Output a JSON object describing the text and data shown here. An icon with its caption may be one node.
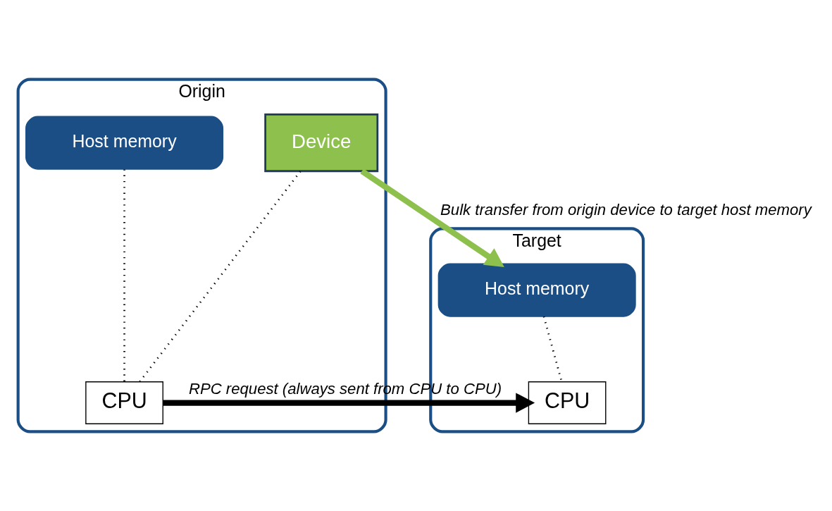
{
  "diagram": {
    "nodes": [
      {
        "text": [
          "Origin"
        ]
      },
      {
        "text": [
          "Device"
        ],
        "in": 0
      },
      {
        "text": [
          "Host memory"
        ],
        "in": 0
      },
      {
        "text": [
          "CPU"
        ],
        "in": 0
      },
      {
        "text": [
          "Target"
        ]
      },
      {
        "text": [
          "Host memory"
        ],
        "in": 4
      },
      {
        "text": [
          "CPU"
        ],
        "in": 4
      }
    ],
    "edges": [
      {
        "from": 1,
        "to": 5,
        "arrow": "to",
        "label": "Bulk transfer from origin device to target host memory",
        "style": "thick",
        "color": "#8dc04c"
      },
      {
        "from": 1,
        "to": 3,
        "arrow": "none",
        "style": "dashed"
      },
      {
        "from": 2,
        "to": 3,
        "arrow": "none",
        "style": "dashed"
      },
      {
        "from": 5,
        "to": 6,
        "arrow": "none",
        "style": "dashed"
      },
      {
        "from": 3,
        "to": 6,
        "arrow": "to",
        "label": "RPC request (always sent from CPU to CPU)",
        "style": "thick"
      }
    ]
  }
}
